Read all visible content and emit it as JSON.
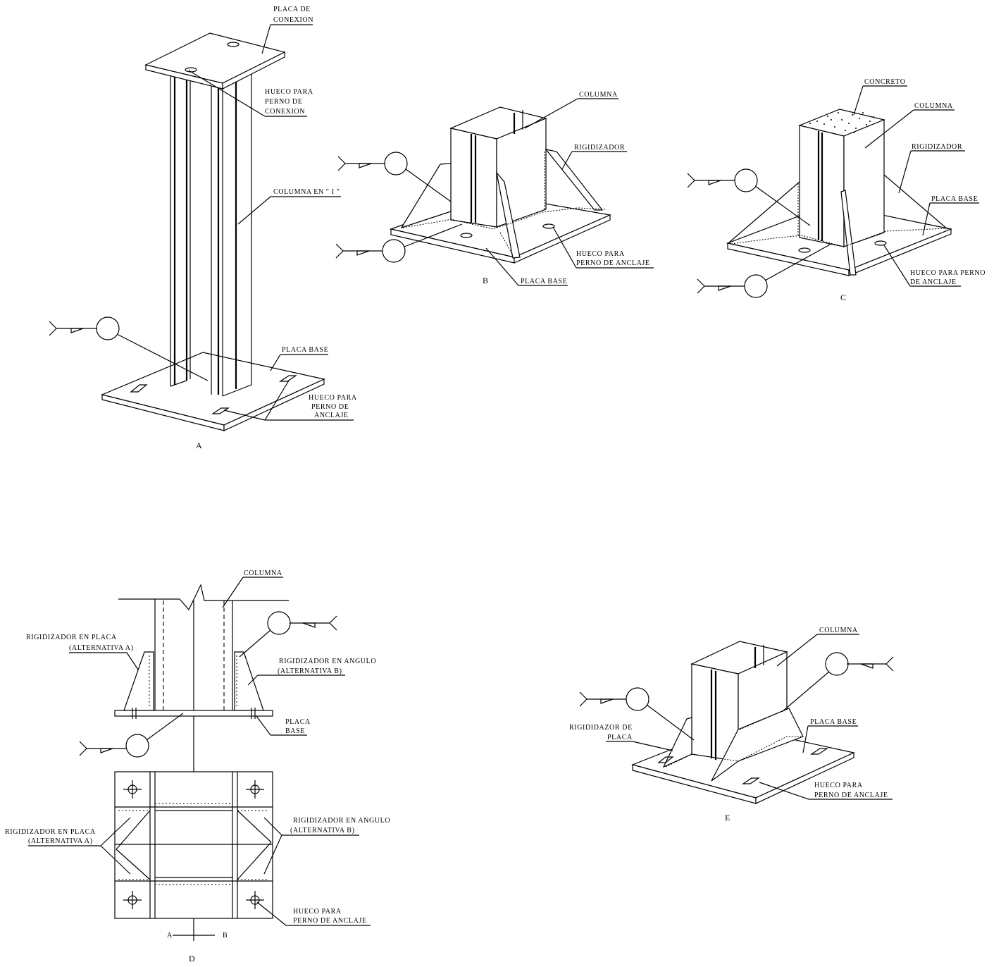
{
  "diagram": {
    "figures": {
      "a": "A",
      "b": "B",
      "c": "C",
      "d": "D",
      "e": "E"
    },
    "labels": {
      "a_placa_conexion_1": "PLACA DE",
      "a_placa_conexion_2": "CONEXION",
      "a_hueco_conexion_1": "HUECO PARA",
      "a_hueco_conexion_2": "PERNO DE",
      "a_hueco_conexion_3": "CONEXION",
      "a_columna_i": "COLUMNA EN \" I \"",
      "a_placa_base": "PLACA BASE",
      "a_hueco_anclaje_1": "HUECO PARA",
      "a_hueco_anclaje_2": "PERNO DE",
      "a_hueco_anclaje_3": "ANCLAJE",
      "b_columna": "COLUMNA",
      "b_rigidizador": "RIGIDIZADOR",
      "b_hueco_1": "HUECO PARA",
      "b_hueco_2": "PERNO DE ANCLAJE",
      "b_placa_base": "PLACA BASE",
      "c_concreto": "CONCRETO",
      "c_columna": "COLUMNA",
      "c_rigidizador": "RIGIDIZADOR",
      "c_placa_base": "PLACA BASE",
      "c_hueco_1": "HUECO PARA PERNO",
      "c_hueco_2": "DE ANCLAJE",
      "d_columna": "COLUMNA",
      "d_rig_placa_1": "RIGIDIZADOR EN PLACA",
      "d_rig_placa_2": "(ALTERNATIVA A)",
      "d_rig_angulo_1": "RIGIDIZADOR EN ANGULO",
      "d_rig_angulo_2": "(ALTERNATIVA B)",
      "d_placa_base_1": "PLACA",
      "d_placa_base_2": "BASE",
      "d_rig_placa_plan_1": "RIGIDIZADOR EN PLACA",
      "d_rig_placa_plan_2": "(ALTERNATIVA A)",
      "d_rig_angulo_plan_1": "RIGIDIZADOR EN ANGULO",
      "d_rig_angulo_plan_2": "(ALTERNATIVA B)",
      "d_hueco_1": "HUECO PARA",
      "d_hueco_2": "PERNO DE ANCLAJE",
      "d_sec_a": "A",
      "d_sec_b": "B",
      "e_columna": "COLUMNA",
      "e_rigidizador_1": "RIGIDIDAZOR DE",
      "e_rigidizador_2": "PLACA",
      "e_placa_base": "PLACA BASE",
      "e_hueco_1": "HUECO PARA",
      "e_hueco_2": "PERNO DE ANCLAJE"
    }
  }
}
